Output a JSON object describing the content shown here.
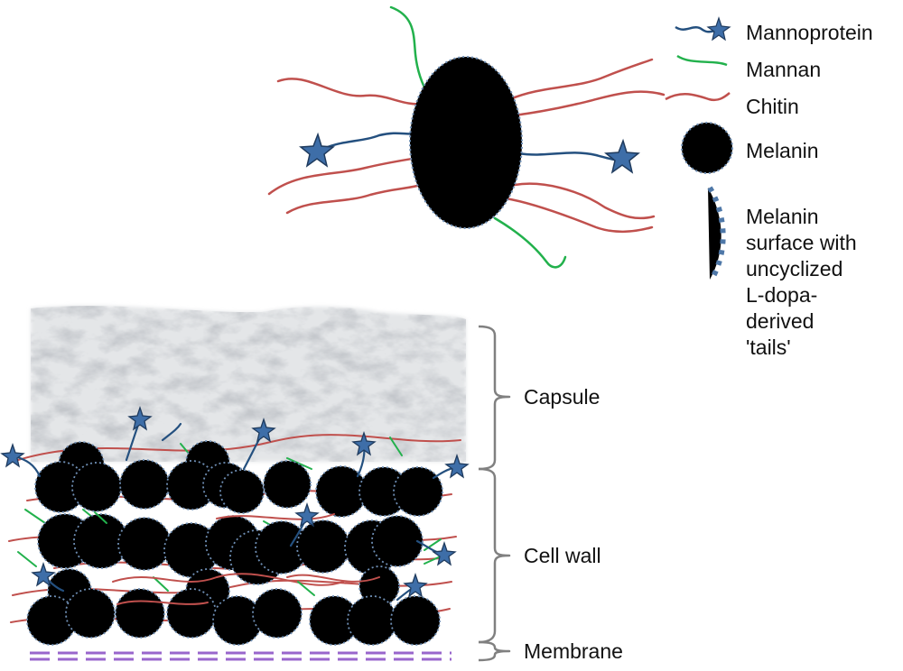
{
  "legend": [
    {
      "key": "mannoprotein",
      "label": "Mannoprotein",
      "color": "#24507f"
    },
    {
      "key": "mannan",
      "label": "Mannan",
      "color": "#22b14c"
    },
    {
      "key": "chitin",
      "label": "Chitin",
      "color": "#c0504d"
    },
    {
      "key": "melanin",
      "label": "Melanin",
      "color": "#000000"
    }
  ],
  "melanin_surface_lines": [
    "Melanin",
    "surface with",
    "uncyclized",
    "L-dopa-",
    "derived",
    "'tails'"
  ],
  "layers": [
    {
      "key": "capsule",
      "label": "Capsule"
    },
    {
      "key": "cell-wall",
      "label": "Cell wall"
    },
    {
      "key": "membrane",
      "label": "Membrane"
    }
  ],
  "colors": {
    "membrane": "#9966cc",
    "melanin_dots": "#6f8fb5",
    "star_fill": "#3e6ea8",
    "bracket": "#808080",
    "capsule": "#d9dbdd"
  }
}
